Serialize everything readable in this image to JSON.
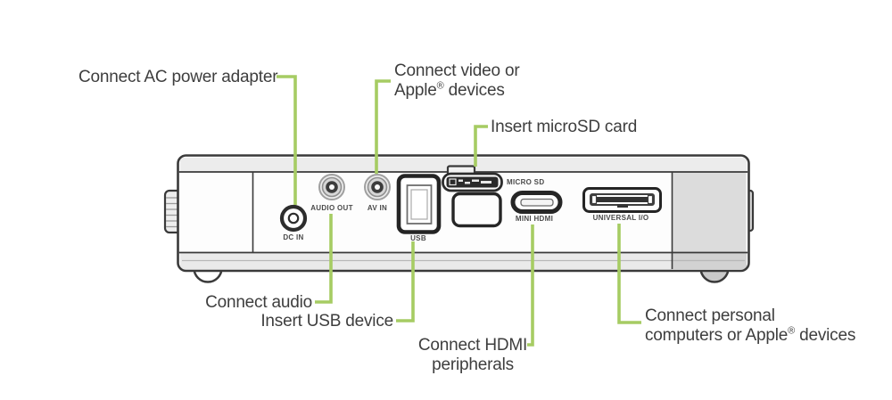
{
  "diagram": {
    "description": "Projector back panel connection diagram",
    "colors": {
      "leader_green": "#a6cc63",
      "outline_dark": "#3a3a3a",
      "label_text": "#3e3e3e",
      "port_label_text": "#4a4a4a",
      "side_shade_gray": "#dcdcdc"
    }
  },
  "callouts": {
    "ac_power": {
      "text": "Connect AC power adapter"
    },
    "video_apple": {
      "line1": "Connect video or",
      "line2_pre": "Apple",
      "line2_sup": "®",
      "line2_post": " devices"
    },
    "microsd": {
      "text": "Insert microSD card"
    },
    "audio": {
      "text": "Connect audio"
    },
    "usb": {
      "text": "Insert USB device"
    },
    "hdmi": {
      "line1": "Connect HDMI",
      "line2": "peripherals"
    },
    "universal": {
      "line1": "Connect personal",
      "line2_pre": "computers or Apple",
      "line2_sup": "®",
      "line2_post": " devices"
    }
  },
  "ports": {
    "dc_in": "DC IN",
    "audio_out": "AUDIO OUT",
    "av_in": "AV IN",
    "usb": "USB",
    "micro_sd": "MICRO SD",
    "mini_hdmi": "MINI HDMI",
    "universal_io": "UNIVERSAL I/O"
  }
}
